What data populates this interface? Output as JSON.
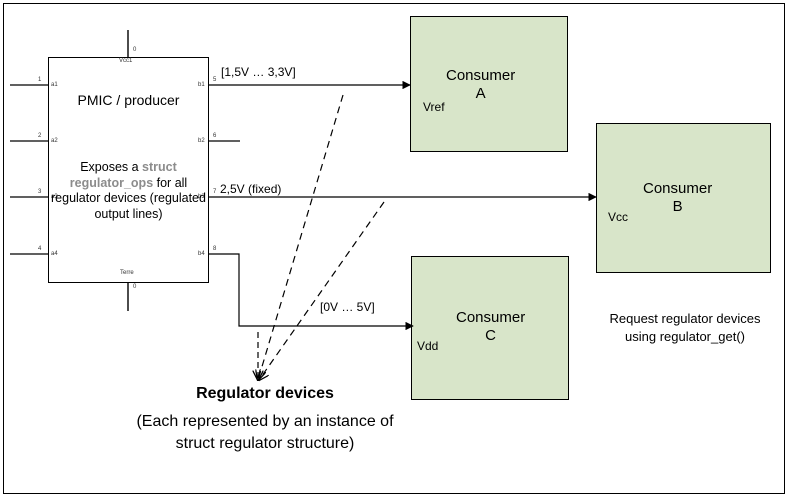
{
  "pmic": {
    "title": "PMIC / producer",
    "desc_prefix": "Exposes a ",
    "desc_struct": "struct regulator_ops",
    "desc_suffix": " for all regulator devices (regulated output lines)",
    "pins": {
      "vcc1": "Vcc1",
      "vcc1_num": "0",
      "terre": "Terre",
      "terre_num": "0",
      "a1": "a1",
      "a1_num": "1",
      "a2": "a2",
      "a2_num": "2",
      "a3": "a3",
      "a3_num": "3",
      "a4": "a4",
      "a4_num": "4",
      "b1": "b1",
      "b1_num": "5",
      "b2": "b2",
      "b2_num": "6",
      "b3": "b3",
      "b3_num": "7",
      "b4": "b4",
      "b4_num": "8"
    }
  },
  "rails": {
    "a": "[1,5V … 3,3V]",
    "b": "2,5V (fixed)",
    "c": "[0V … 5V]"
  },
  "consumers": {
    "a": {
      "title": "Consumer",
      "letter": "A",
      "pin": "Vref"
    },
    "b": {
      "title": "Consumer",
      "letter": "B",
      "pin": "Vcc"
    },
    "c": {
      "title": "Consumer",
      "letter": "C",
      "pin": "Vdd"
    }
  },
  "regulators": {
    "title": "Regulator devices",
    "desc": "(Each represented by an instance of struct regulator structure)"
  },
  "request_note": "Request regulator devices using regulator_get()",
  "colors": {
    "consumer_fill": "#d8e5c9",
    "struct_text": "#8c8c8c",
    "line": "#000000"
  }
}
